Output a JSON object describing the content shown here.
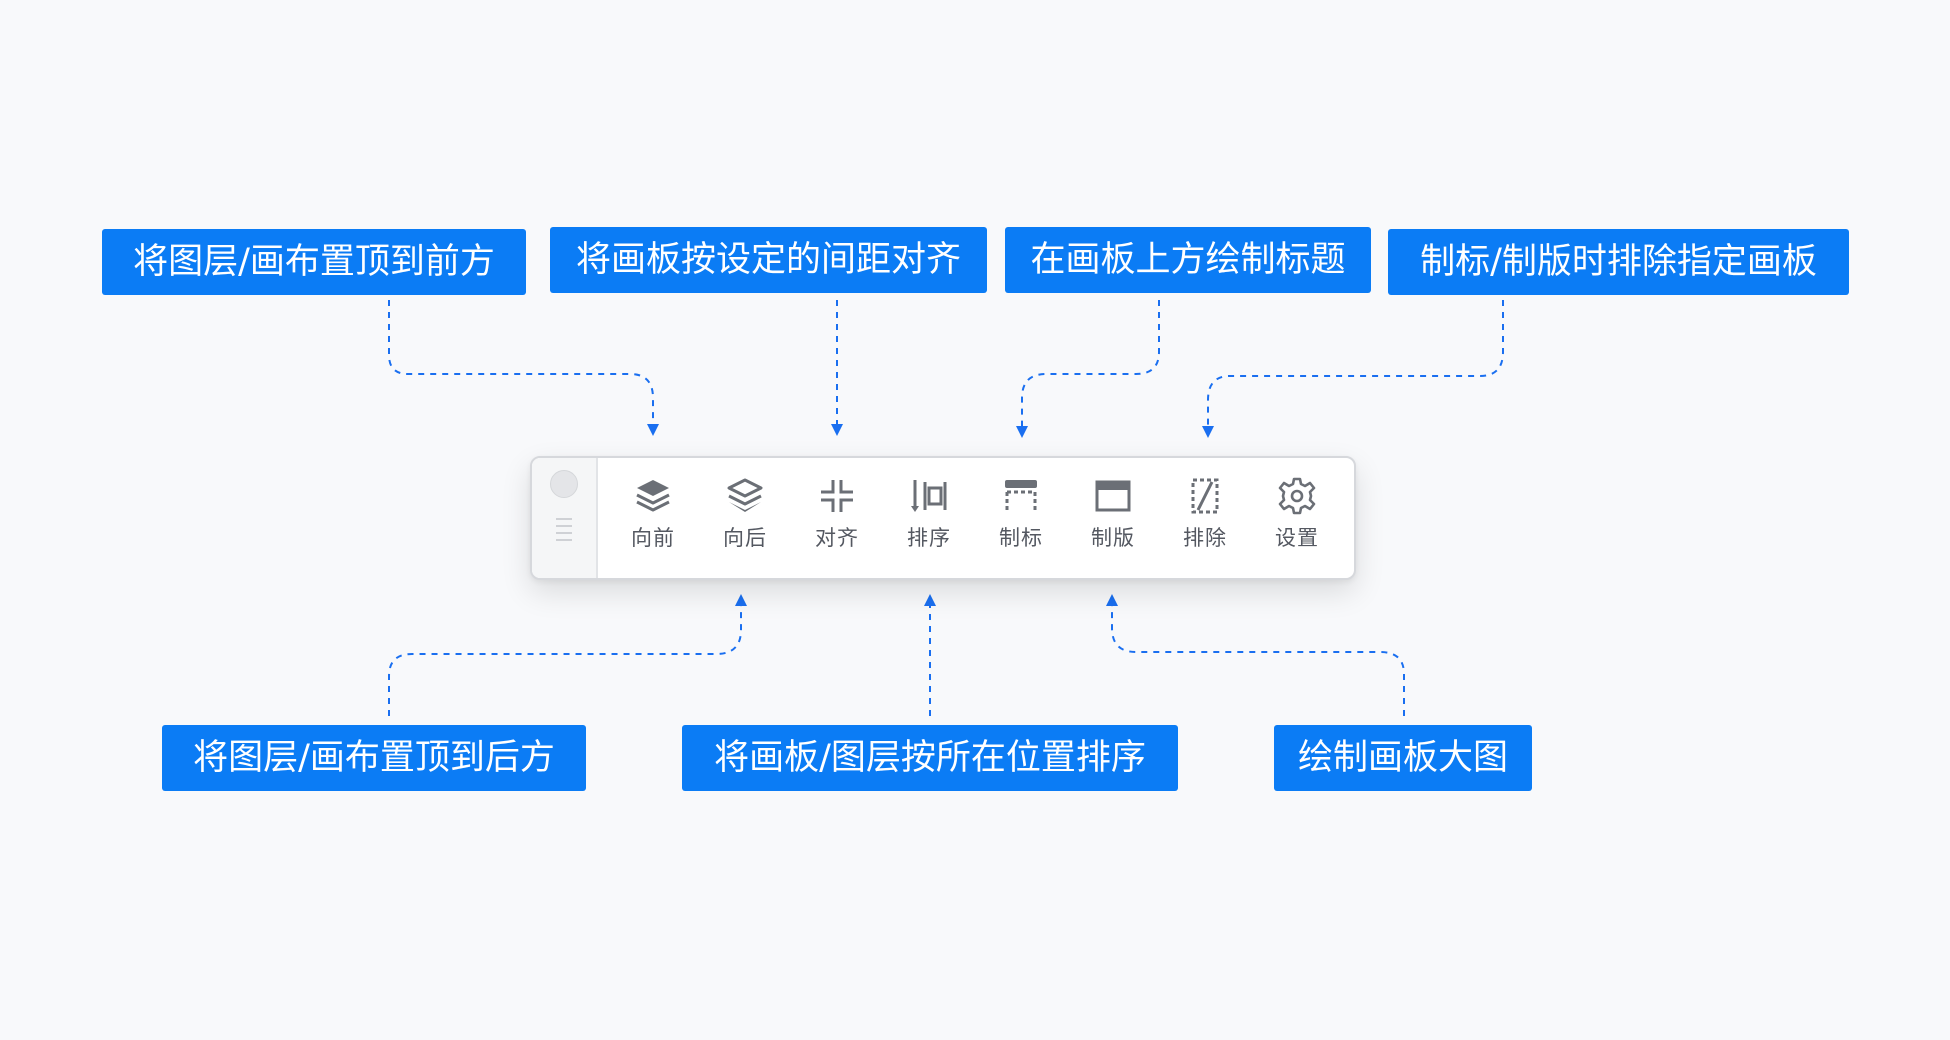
{
  "callouts": {
    "bring_forward": "将图层/画布置顶到前方",
    "align": "将画板按设定的间距对齐",
    "label": "在画板上方绘制标题",
    "exclude": "制标/制版时排除指定画板",
    "send_backward": "将图层/画布置顶到后方",
    "sort": "将画板/图层按所在位置排序",
    "layout": "绘制画板大图"
  },
  "toolbar": {
    "items": [
      {
        "label": "向前",
        "icon": "bring-forward-icon"
      },
      {
        "label": "向后",
        "icon": "send-backward-icon"
      },
      {
        "label": "对齐",
        "icon": "align-icon"
      },
      {
        "label": "排序",
        "icon": "sort-icon"
      },
      {
        "label": "制标",
        "icon": "label-icon"
      },
      {
        "label": "制版",
        "icon": "layout-icon"
      },
      {
        "label": "排除",
        "icon": "exclude-icon"
      },
      {
        "label": "设置",
        "icon": "gear-icon"
      }
    ]
  },
  "colors": {
    "callout_bg": "#0b7cf5",
    "callout_text": "#ffffff",
    "connector": "#1a6ff0",
    "icon": "#6b6f76",
    "background": "#f8f9fb"
  }
}
